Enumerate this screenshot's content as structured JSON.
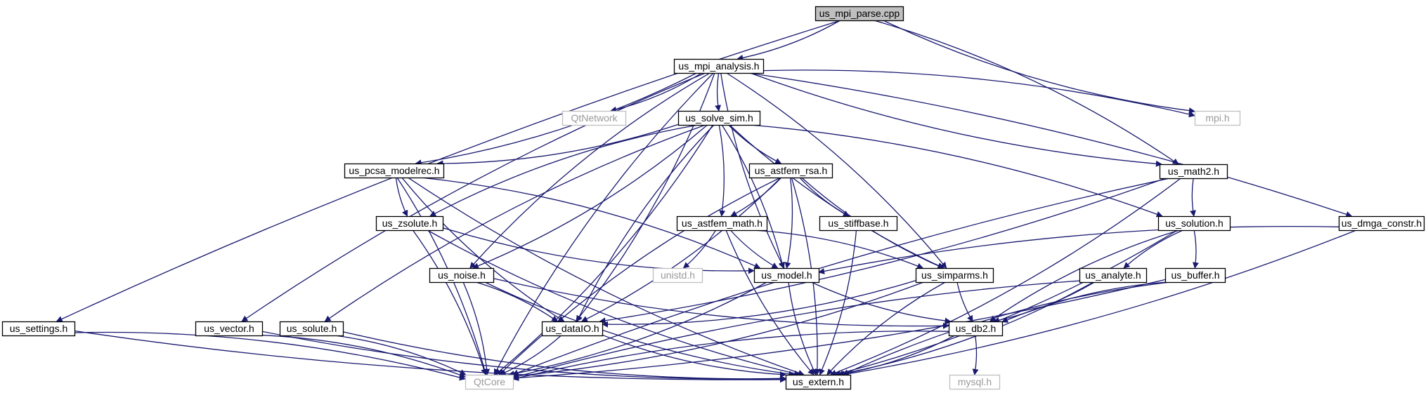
{
  "diagram": {
    "kind": "include-dependency-graph",
    "colors": {
      "edge": "#191970",
      "node_border": "#000000",
      "root_fill": "#bfbfbf",
      "external_border": "#bfbfbf",
      "external_text": "#9a9a9a"
    },
    "nodes": [
      {
        "id": "us_mpi_parse_cpp",
        "label": "us_mpi_parse.cpp",
        "kind": "root"
      },
      {
        "id": "us_mpi_analysis_h",
        "label": "us_mpi_analysis.h",
        "kind": "file"
      },
      {
        "id": "us_settings_h",
        "label": "us_settings.h",
        "kind": "file"
      },
      {
        "id": "us_math2_h",
        "label": "us_math2.h",
        "kind": "file"
      },
      {
        "id": "mpi_h",
        "label": "mpi.h",
        "kind": "external"
      },
      {
        "id": "QtNetwork",
        "label": "QtNetwork",
        "kind": "external"
      },
      {
        "id": "us_solve_sim_h",
        "label": "us_solve_sim.h",
        "kind": "file"
      },
      {
        "id": "us_pcsa_modelrec_h",
        "label": "us_pcsa_modelrec.h",
        "kind": "file"
      },
      {
        "id": "us_astfem_rsa_h",
        "label": "us_astfem_rsa.h",
        "kind": "file"
      },
      {
        "id": "us_zsolute_h",
        "label": "us_zsolute.h",
        "kind": "file"
      },
      {
        "id": "us_astfem_math_h",
        "label": "us_astfem_math.h",
        "kind": "file"
      },
      {
        "id": "us_stiffbase_h",
        "label": "us_stiffbase.h",
        "kind": "file"
      },
      {
        "id": "us_solution_h",
        "label": "us_solution.h",
        "kind": "file"
      },
      {
        "id": "us_dmga_constr_h",
        "label": "us_dmga_constr.h",
        "kind": "file"
      },
      {
        "id": "unistd_h",
        "label": "unistd.h",
        "kind": "external"
      },
      {
        "id": "us_model_h",
        "label": "us_model.h",
        "kind": "file"
      },
      {
        "id": "us_noise_h",
        "label": "us_noise.h",
        "kind": "file"
      },
      {
        "id": "us_simparms_h",
        "label": "us_simparms.h",
        "kind": "file"
      },
      {
        "id": "us_analyte_h",
        "label": "us_analyte.h",
        "kind": "file"
      },
      {
        "id": "us_buffer_h",
        "label": "us_buffer.h",
        "kind": "file"
      },
      {
        "id": "us_vector_h",
        "label": "us_vector.h",
        "kind": "file"
      },
      {
        "id": "us_solute_h",
        "label": "us_solute.h",
        "kind": "file"
      },
      {
        "id": "us_dataIO_h",
        "label": "us_dataIO.h",
        "kind": "file"
      },
      {
        "id": "us_db2_h",
        "label": "us_db2.h",
        "kind": "file"
      },
      {
        "id": "QtCore",
        "label": "QtCore",
        "kind": "external"
      },
      {
        "id": "us_extern_h",
        "label": "us_extern.h",
        "kind": "file"
      },
      {
        "id": "mysql_h",
        "label": "mysql.h",
        "kind": "external"
      }
    ],
    "edges": [
      [
        "us_mpi_parse_cpp",
        "us_mpi_analysis_h"
      ],
      [
        "us_mpi_parse_cpp",
        "us_settings_h"
      ],
      [
        "us_mpi_parse_cpp",
        "us_math2_h"
      ],
      [
        "us_mpi_parse_cpp",
        "mpi_h"
      ],
      [
        "us_mpi_analysis_h",
        "QtNetwork"
      ],
      [
        "us_mpi_analysis_h",
        "us_solve_sim_h"
      ],
      [
        "us_mpi_analysis_h",
        "mpi_h"
      ],
      [
        "us_mpi_analysis_h",
        "us_math2_h"
      ],
      [
        "us_mpi_analysis_h",
        "us_dmga_constr_h"
      ],
      [
        "us_mpi_analysis_h",
        "us_model_h"
      ],
      [
        "us_mpi_analysis_h",
        "us_simparms_h"
      ],
      [
        "us_mpi_analysis_h",
        "us_noise_h"
      ],
      [
        "us_mpi_analysis_h",
        "us_dataIO_h"
      ],
      [
        "us_mpi_analysis_h",
        "us_vector_h"
      ],
      [
        "us_mpi_analysis_h",
        "us_pcsa_modelrec_h"
      ],
      [
        "us_mpi_analysis_h",
        "QtCore"
      ],
      [
        "us_solve_sim_h",
        "us_pcsa_modelrec_h"
      ],
      [
        "us_solve_sim_h",
        "us_astfem_rsa_h"
      ],
      [
        "us_solve_sim_h",
        "us_astfem_math_h"
      ],
      [
        "us_solve_sim_h",
        "us_zsolute_h"
      ],
      [
        "us_solve_sim_h",
        "us_noise_h"
      ],
      [
        "us_solve_sim_h",
        "us_dataIO_h"
      ],
      [
        "us_solve_sim_h",
        "us_model_h"
      ],
      [
        "us_solve_sim_h",
        "us_simparms_h"
      ],
      [
        "us_solve_sim_h",
        "us_solution_h"
      ],
      [
        "us_solve_sim_h",
        "us_solute_h"
      ],
      [
        "us_solve_sim_h",
        "QtCore"
      ],
      [
        "us_pcsa_modelrec_h",
        "us_zsolute_h"
      ],
      [
        "us_pcsa_modelrec_h",
        "us_model_h"
      ],
      [
        "us_pcsa_modelrec_h",
        "us_dataIO_h"
      ],
      [
        "us_pcsa_modelrec_h",
        "QtCore"
      ],
      [
        "us_pcsa_modelrec_h",
        "us_extern_h"
      ],
      [
        "us_astfem_rsa_h",
        "us_astfem_math_h"
      ],
      [
        "us_astfem_rsa_h",
        "us_stiffbase_h"
      ],
      [
        "us_astfem_rsa_h",
        "us_model_h"
      ],
      [
        "us_astfem_rsa_h",
        "us_simparms_h"
      ],
      [
        "us_astfem_rsa_h",
        "us_dataIO_h"
      ],
      [
        "us_astfem_rsa_h",
        "QtCore"
      ],
      [
        "us_astfem_rsa_h",
        "us_extern_h"
      ],
      [
        "us_zsolute_h",
        "us_model_h"
      ],
      [
        "us_zsolute_h",
        "QtCore"
      ],
      [
        "us_zsolute_h",
        "us_extern_h"
      ],
      [
        "us_astfem_math_h",
        "unistd_h"
      ],
      [
        "us_astfem_math_h",
        "us_model_h"
      ],
      [
        "us_astfem_math_h",
        "us_simparms_h"
      ],
      [
        "us_astfem_math_h",
        "us_extern_h"
      ],
      [
        "us_stiffbase_h",
        "us_extern_h"
      ],
      [
        "us_math2_h",
        "us_solution_h"
      ],
      [
        "us_math2_h",
        "us_dataIO_h"
      ],
      [
        "us_math2_h",
        "QtCore"
      ],
      [
        "us_math2_h",
        "us_extern_h"
      ],
      [
        "us_solution_h",
        "us_analyte_h"
      ],
      [
        "us_solution_h",
        "us_buffer_h"
      ],
      [
        "us_solution_h",
        "us_db2_h"
      ],
      [
        "us_solution_h",
        "us_extern_h"
      ],
      [
        "us_dmga_constr_h",
        "us_model_h"
      ],
      [
        "us_dmga_constr_h",
        "us_extern_h"
      ],
      [
        "us_model_h",
        "us_db2_h"
      ],
      [
        "us_model_h",
        "QtCore"
      ],
      [
        "us_model_h",
        "us_extern_h"
      ],
      [
        "us_noise_h",
        "us_dataIO_h"
      ],
      [
        "us_noise_h",
        "us_db2_h"
      ],
      [
        "us_noise_h",
        "QtCore"
      ],
      [
        "us_noise_h",
        "us_extern_h"
      ],
      [
        "us_simparms_h",
        "us_dataIO_h"
      ],
      [
        "us_simparms_h",
        "us_db2_h"
      ],
      [
        "us_simparms_h",
        "QtCore"
      ],
      [
        "us_simparms_h",
        "us_extern_h"
      ],
      [
        "us_analyte_h",
        "us_db2_h"
      ],
      [
        "us_analyte_h",
        "QtCore"
      ],
      [
        "us_analyte_h",
        "us_extern_h"
      ],
      [
        "us_buffer_h",
        "us_db2_h"
      ],
      [
        "us_buffer_h",
        "QtCore"
      ],
      [
        "us_buffer_h",
        "us_extern_h"
      ],
      [
        "us_settings_h",
        "QtCore"
      ],
      [
        "us_settings_h",
        "us_extern_h"
      ],
      [
        "us_vector_h",
        "QtCore"
      ],
      [
        "us_vector_h",
        "us_extern_h"
      ],
      [
        "us_solute_h",
        "QtCore"
      ],
      [
        "us_solute_h",
        "us_extern_h"
      ],
      [
        "us_dataIO_h",
        "QtCore"
      ],
      [
        "us_dataIO_h",
        "us_extern_h"
      ],
      [
        "us_db2_h",
        "mysql_h"
      ],
      [
        "us_db2_h",
        "QtCore"
      ],
      [
        "us_db2_h",
        "us_extern_h"
      ]
    ]
  }
}
